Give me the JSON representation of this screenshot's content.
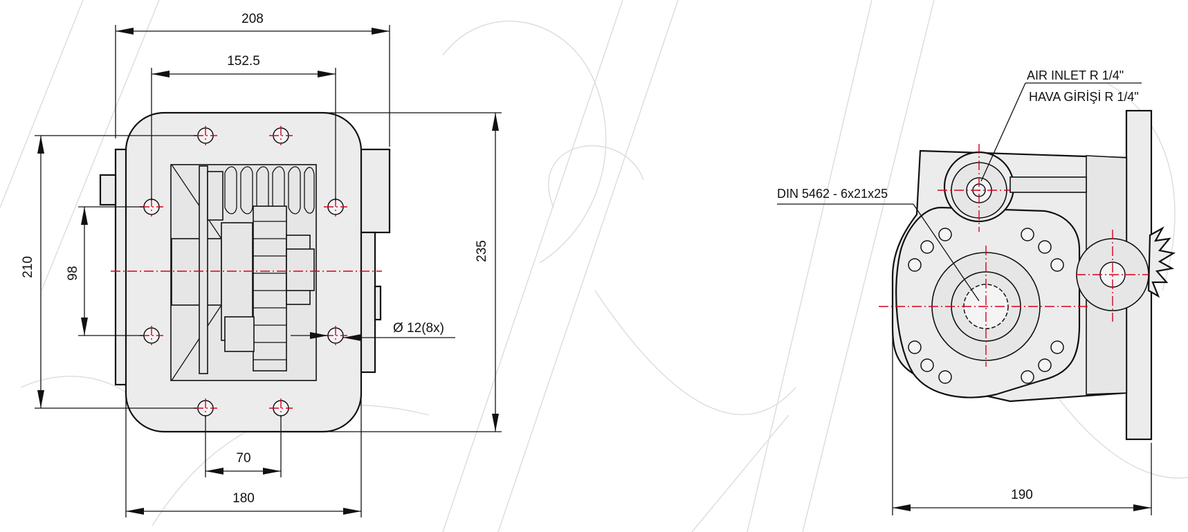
{
  "front_view": {
    "dims": {
      "overall_width": "208",
      "bolt_spacing_horizontal": "152.5",
      "overall_height": "235",
      "flange_height": "210",
      "bolt_spacing_vertical": "98",
      "bottom_bolt_spacing": "70",
      "flange_width": "180"
    },
    "hole_label": "Ø 12(8x)"
  },
  "side_view": {
    "air_inlet_label": "AIR INLET R 1/4\"",
    "hava_label": "HAVA  GİRİŞİ R 1/4\"",
    "spline_label": "DIN 5462 - 6x21x25",
    "length_dim": "190"
  },
  "colors": {
    "line": "#111111",
    "centerline": "#d6001c",
    "fill": "#ececec",
    "watermark": "#dcdcdc"
  }
}
